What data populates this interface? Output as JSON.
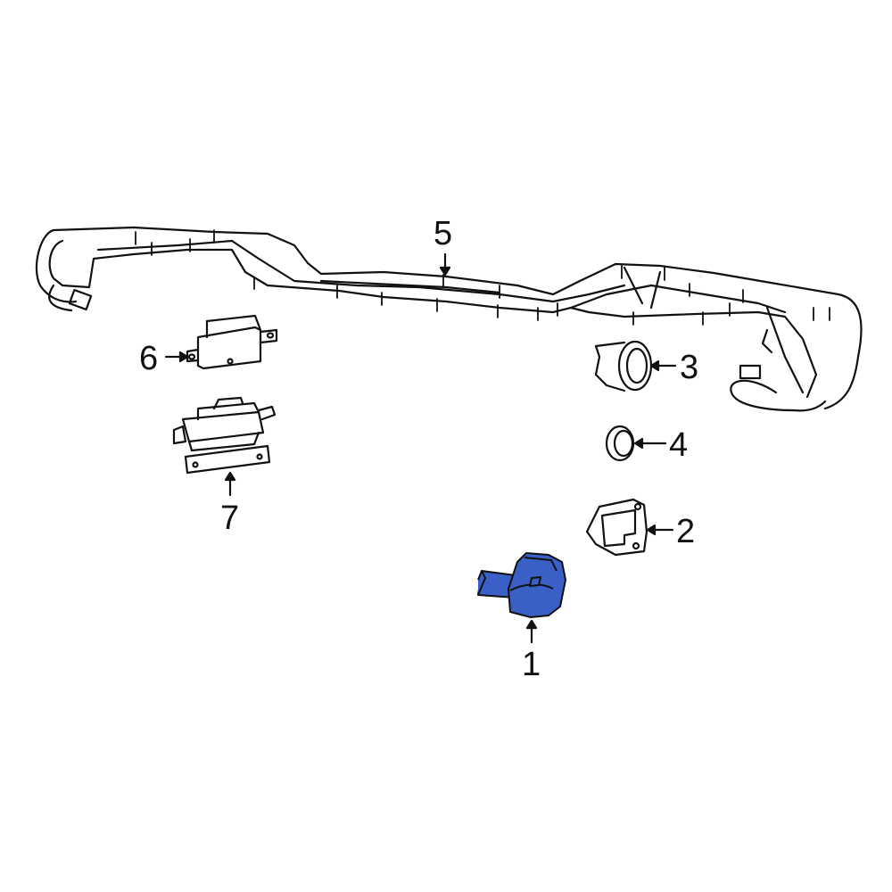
{
  "diagram": {
    "type": "exploded parts diagram",
    "accent_color": "#3a60c8",
    "line_color": "#111111",
    "background": "#ffffff"
  },
  "callouts": [
    {
      "number": "1",
      "part": "park-assist-sensor",
      "highlighted": true
    },
    {
      "number": "2",
      "part": "sensor-bracket"
    },
    {
      "number": "3",
      "part": "sensor-retainer"
    },
    {
      "number": "4",
      "part": "sensor-seal-ring"
    },
    {
      "number": "5",
      "part": "bumper-wiring-harness"
    },
    {
      "number": "6",
      "part": "control-module"
    },
    {
      "number": "7",
      "part": "module-bracket"
    }
  ]
}
